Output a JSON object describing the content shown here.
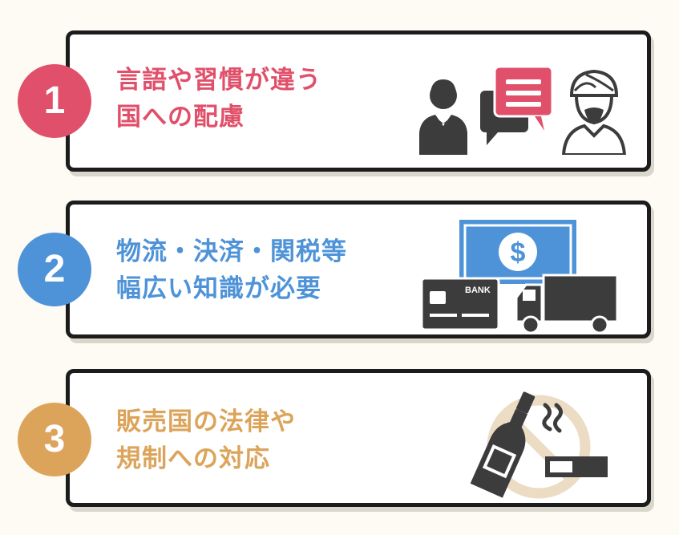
{
  "items": [
    {
      "number": "1",
      "line1": "言語や習慣が違う",
      "line2": "国への配慮",
      "color": "#e0506a",
      "icons": [
        "businessman-icon",
        "speech-bubbles-icon",
        "turban-man-icon"
      ]
    },
    {
      "number": "2",
      "line1": "物流・決済・関税等",
      "line2": "幅広い知識が必要",
      "color": "#4e93d8",
      "bank_label": "BANK",
      "icons": [
        "dollar-bill-icon",
        "credit-card-icon",
        "truck-icon"
      ]
    },
    {
      "number": "3",
      "line1": "販売国の法律や",
      "line2": "規制への対応",
      "color": "#dca45b",
      "icons": [
        "prohibited-sign-icon",
        "bottle-icon",
        "cigarette-icon"
      ]
    }
  ]
}
